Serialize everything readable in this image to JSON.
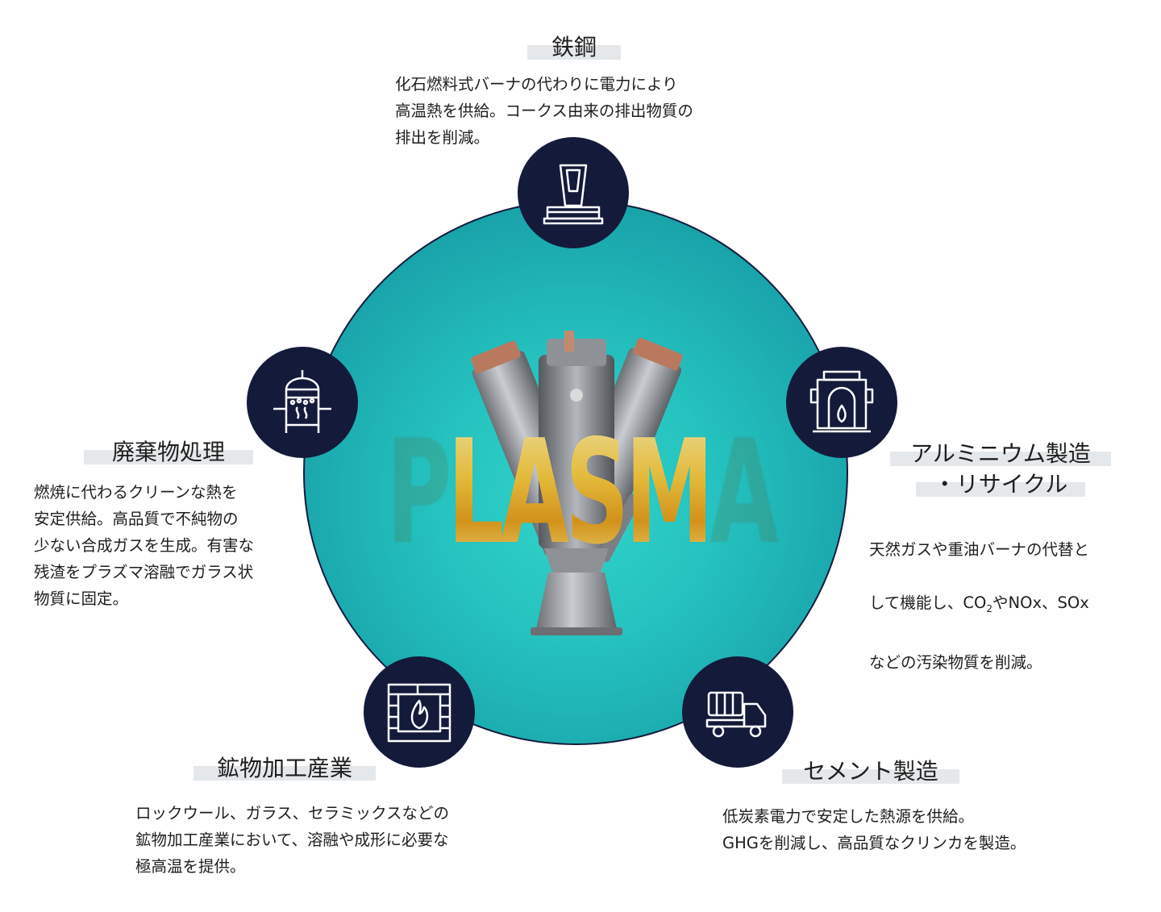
{
  "title": "PLASMA",
  "colors": {
    "node_bg": "#141a3a",
    "circle_teal": "#25c2bf",
    "label_band": "#e5e8ea",
    "title_gold": "#f0c13a"
  },
  "nodes": {
    "steel": {
      "label": "鉄鋼",
      "icon": "furnace-ladle-icon",
      "description": "化石燃料式バーナの代わりに電力により\n高温熱を供給。コークス由来の排出物質の\n排出を削減。"
    },
    "aluminium": {
      "label_line1": "アルミニウム製造",
      "label_line2": "・リサイクル",
      "icon": "smelting-furnace-icon",
      "desc_line1": "天然ガスや重油バーナの代替と",
      "desc_line2_a": "して機能し、CO",
      "desc_line2_sub": "2",
      "desc_line2_b": "やNOx、SOx",
      "desc_line3": "などの汚染物質を削減。"
    },
    "cement": {
      "label": "セメント製造",
      "icon": "cement-truck-icon",
      "description": "低炭素電力で安定した熱源を供給。\nGHGを削減し、高品質なクリンカを製造。"
    },
    "mineral": {
      "label": "鉱物加工産業",
      "icon": "brick-kiln-fire-icon",
      "description": "ロックウール、ガラス、セラミックスなどの\n鉱物加工産業において、溶融や成形に必要な\n極高温を提供。"
    },
    "waste": {
      "label": "廃棄物処理",
      "icon": "gasifier-reactor-icon",
      "description": "燃焼に代わるクリーンな熱を\n安定供給。高品質で不純物の\n少ない合成ガスを生成。有害な\n残渣をプラズマ溶融でガラス状\n物質に固定。"
    }
  }
}
